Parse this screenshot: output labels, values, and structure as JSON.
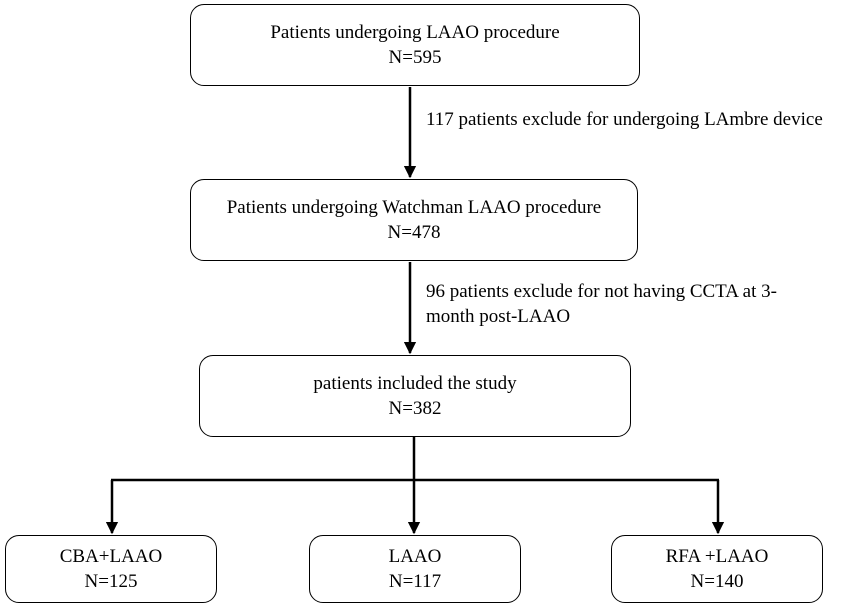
{
  "boxes": {
    "all_laao": {
      "line1": "Patients undergoing LAAO procedure",
      "line2": "N=595"
    },
    "watchman": {
      "line1": "Patients undergoing Watchman LAAO procedure",
      "line2": "N=478"
    },
    "included": {
      "line1": "patients included the study",
      "line2": "N=382"
    },
    "cba_laao": {
      "line1": "CBA+LAAO",
      "line2": "N=125"
    },
    "laao": {
      "line1": "LAAO",
      "line2": "N=117"
    },
    "rfa_laao": {
      "line1": "RFA +LAAO",
      "line2": "N=140"
    }
  },
  "exclusions": {
    "lambre": {
      "line1": "117 patients exclude for undergoing LAmbre device"
    },
    "ccta": {
      "line1": "96 patients exclude for not having CCTA at 3-",
      "line2": "month post-LAAO"
    }
  }
}
